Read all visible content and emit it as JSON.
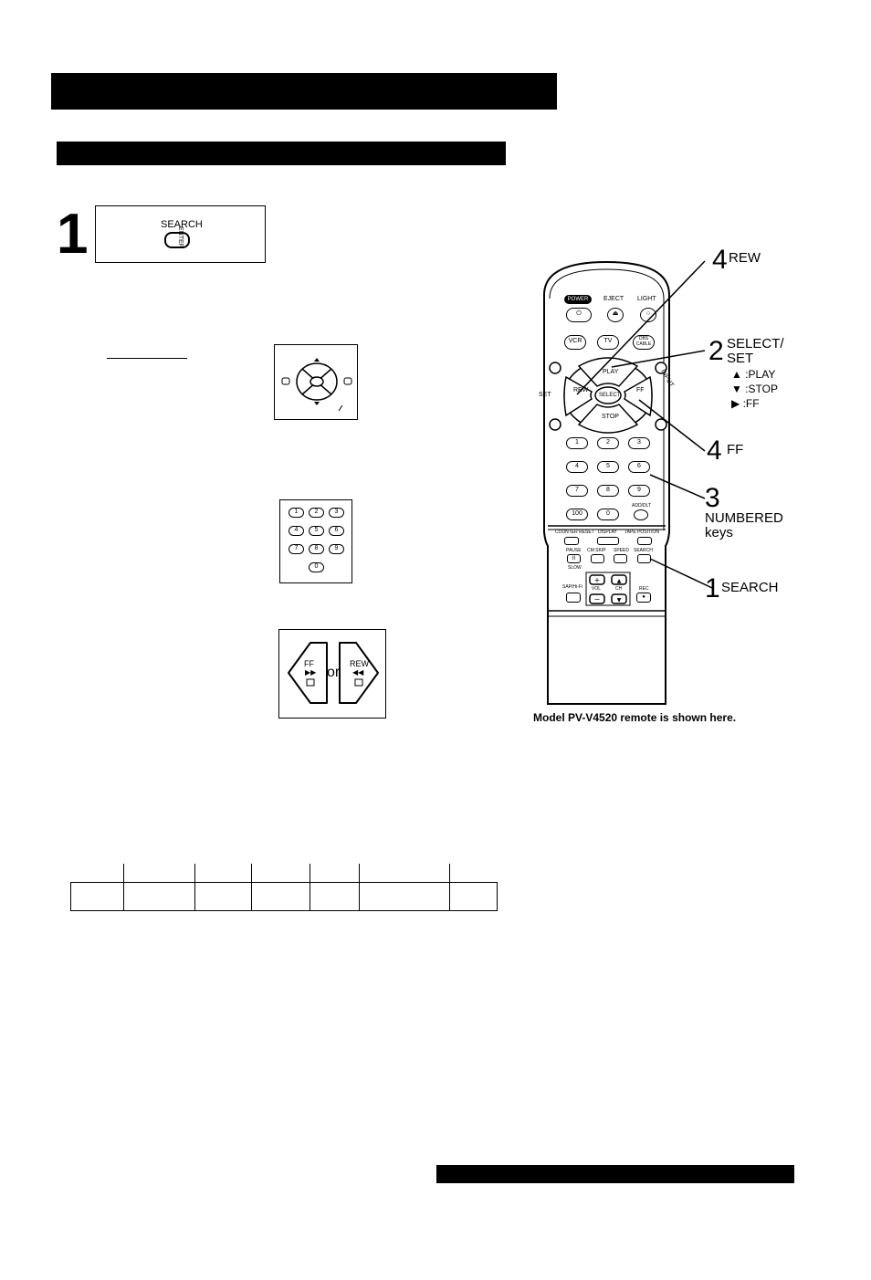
{
  "step1": {
    "number": "1",
    "search_label": "SEARCH",
    "enter_label": "ENTER"
  },
  "remote": {
    "power": "POWER",
    "eject": "EJECT",
    "light": "LIGHT",
    "vcr": "VCR",
    "tv": "TV",
    "dbs_cable": "DBS CABLE",
    "play": "PLAY",
    "rew": "REW",
    "ff": "FF",
    "select": "SELECT",
    "stop": "STOP",
    "set": "SET",
    "input": "INPUT",
    "numbers": [
      "1",
      "2",
      "3",
      "4",
      "5",
      "6",
      "7",
      "8",
      "9"
    ],
    "hundred": "100",
    "zero": "0",
    "add_dlt": "ADD/DLT",
    "counter_reset": "COUNTER RESET",
    "display": "DISPLAY",
    "tape_position": "TAPE POSITION",
    "pause": "PAUSE",
    "slow": "SLOW",
    "cm_skip": "CM SKIP",
    "speed": "SPEED",
    "search": "SEARCH",
    "sap_hifi": "SAP/Hi-Fi",
    "vol": "VOL",
    "ch": "CH",
    "rec": "REC"
  },
  "callouts": {
    "rew": {
      "num": "4",
      "label": "REW"
    },
    "select": {
      "num": "2",
      "label1": "SELECT/",
      "label2": "SET",
      "play": "▲ :PLAY",
      "stop": "▼ :STOP",
      "ff": "▶ :FF"
    },
    "ff": {
      "num": "4",
      "label": "FF"
    },
    "numbered": {
      "num": "3",
      "label1": "NUMBERED",
      "label2": "keys"
    },
    "search": {
      "num": "1",
      "label": "SEARCH"
    }
  },
  "caption": "Model PV-V4520 remote is shown here.",
  "ff_rew_box": {
    "ff": "FF",
    "or": "or",
    "rew": "REW"
  },
  "keypad": [
    "1",
    "2",
    "3",
    "4",
    "5",
    "6",
    "7",
    "8",
    "9",
    "0"
  ]
}
